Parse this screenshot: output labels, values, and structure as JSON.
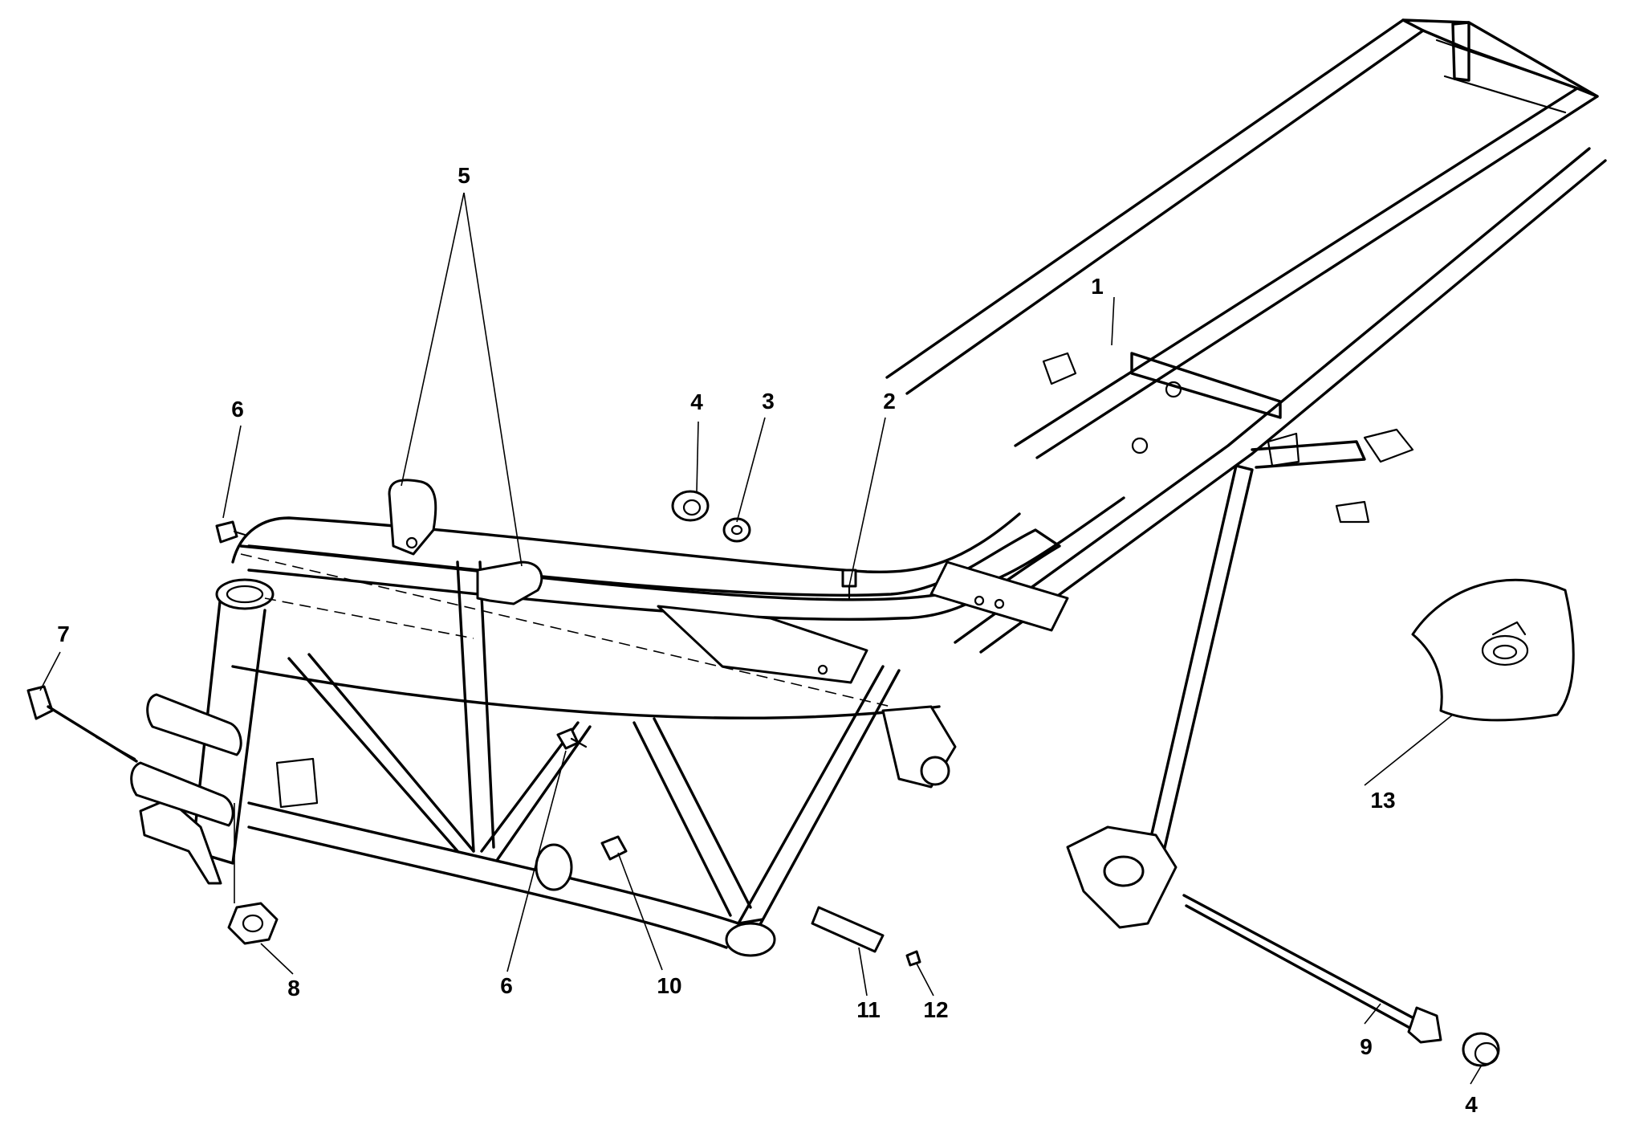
{
  "diagram": {
    "callouts": [
      "1",
      "2",
      "3",
      "4",
      "5",
      "6",
      "7",
      "8",
      "9",
      "10",
      "11",
      "12",
      "13"
    ],
    "callout_repeats": [
      "6",
      "4"
    ]
  }
}
